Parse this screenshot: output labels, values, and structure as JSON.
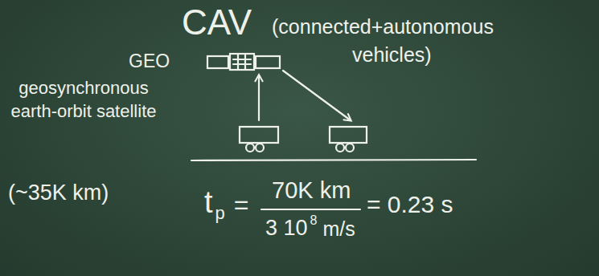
{
  "diagram": {
    "title": "CAV",
    "labels": [
      "(connected+autonomous vehicles)",
      "GEO",
      "geosynchronous earth-orbit satellite",
      "(~35K km)",
      "t",
      "p",
      "=",
      "70K km",
      "3 10",
      "8",
      "m/s",
      "= 0.23 s"
    ]
  }
}
